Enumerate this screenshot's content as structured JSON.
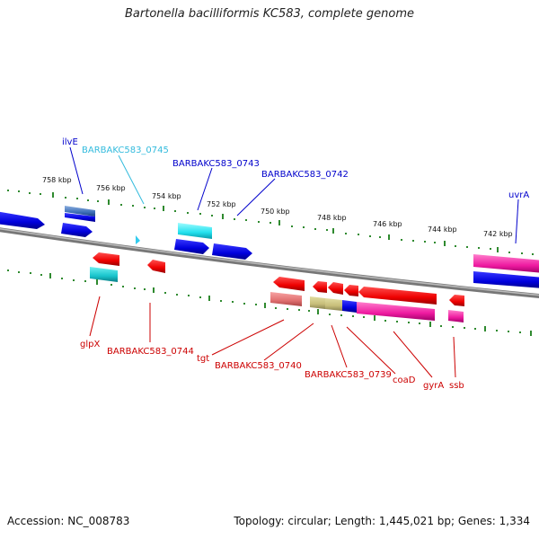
{
  "title": "Bartonella bacilliformis KC583, complete genome",
  "footer": {
    "accession": "Accession: NC_008783",
    "summary": "Topology: circular; Length: 1,445,021 bp; Genes: 1,334"
  },
  "colors": {
    "backbone": "#888888",
    "tick": "#2f8a2f",
    "forward_label": "#0000cc",
    "reverse_label": "#cc0000",
    "light_label": "#33bbdd"
  },
  "scale_labels": [
    "758 kbp",
    "756 kbp",
    "754 kbp",
    "752 kbp",
    "750 kbp",
    "748 kbp",
    "746 kbp",
    "744 kbp",
    "742 kbp"
  ],
  "labels": {
    "ilvE": "ilvE",
    "b0745": "BARBAKC583_0745",
    "b0743": "BARBAKC583_0743",
    "b0742": "BARBAKC583_0742",
    "uvrA": "uvrA",
    "glpX": "glpX",
    "b0744": "BARBAKC583_0744",
    "tgt": "tgt",
    "b0740": "BARBAKC583_0740",
    "b0739": "BARBAKC583_0739",
    "coaD": "coaD",
    "gyrA": "gyrA",
    "ssb": "ssb"
  }
}
